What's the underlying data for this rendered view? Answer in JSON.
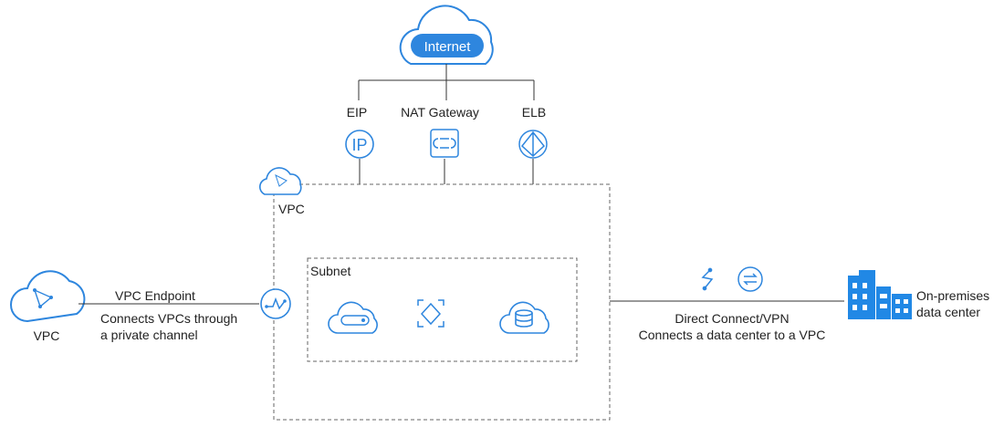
{
  "internet": {
    "label": "Internet"
  },
  "services": {
    "eip": {
      "label": "EIP",
      "icon": "ip-icon"
    },
    "nat": {
      "label": "NAT Gateway",
      "icon": "nat-gateway-icon"
    },
    "elb": {
      "label": "ELB",
      "icon": "load-balancer-icon"
    }
  },
  "vpc_main": {
    "label": "VPC",
    "icon": "vpc-cloud-icon"
  },
  "subnet": {
    "label": "Subnet",
    "icons": [
      "ecs-cloud-icon",
      "service-diamond-icon",
      "database-cloud-icon"
    ]
  },
  "left": {
    "vpc_label": "VPC",
    "endpoint_title": "VPC Endpoint",
    "endpoint_desc_1": "Connects VPCs through",
    "endpoint_desc_2": "a private channel"
  },
  "right": {
    "title": "Direct Connect/VPN",
    "desc": "Connects a data center to a VPC",
    "dc_label_1": "On-premises",
    "dc_label_2": "data center"
  },
  "colors": {
    "accent": "#2e86de",
    "line": "#333333",
    "dashed": "#666666",
    "building": "#2188e5"
  }
}
